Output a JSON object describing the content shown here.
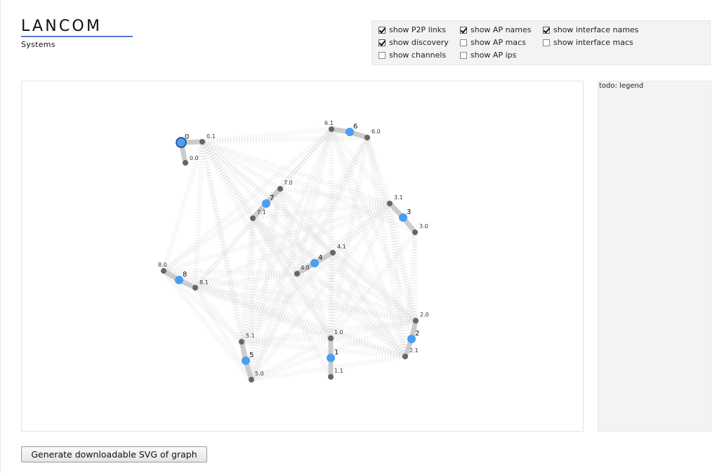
{
  "logo": {
    "word": "LANCOM",
    "sub": "Systems"
  },
  "options": [
    {
      "label": "show P2P links",
      "checked": true
    },
    {
      "label": "show discovery",
      "checked": true
    },
    {
      "label": "show channels",
      "checked": false
    },
    {
      "label": "show AP names",
      "checked": true
    },
    {
      "label": "show AP macs",
      "checked": false
    },
    {
      "label": "show AP ips",
      "checked": false
    },
    {
      "label": "show interface names",
      "checked": true
    },
    {
      "label": "show interface macs",
      "checked": false
    }
  ],
  "legend": {
    "text": "todo: legend"
  },
  "button": {
    "label": "Generate downloadable SVG of graph"
  },
  "colors": {
    "ap_node": "#4a9ff0",
    "ap_node_selected_stroke": "#1b3f7a",
    "interface_node": "#666666",
    "p2p_link": "#cccccc",
    "discovery_link": "#dddddd"
  },
  "graph": {
    "aps": [
      {
        "id": "0",
        "selected": true
      },
      {
        "id": "1"
      },
      {
        "id": "2"
      },
      {
        "id": "3"
      },
      {
        "id": "4"
      },
      {
        "id": "5"
      },
      {
        "id": "6"
      },
      {
        "id": "7"
      },
      {
        "id": "8"
      }
    ],
    "interfaces": [
      {
        "id": "0.0",
        "ap": "0"
      },
      {
        "id": "0.1",
        "ap": "0"
      },
      {
        "id": "1.0",
        "ap": "1"
      },
      {
        "id": "1.1",
        "ap": "1"
      },
      {
        "id": "2.0",
        "ap": "2"
      },
      {
        "id": "2.1",
        "ap": "2"
      },
      {
        "id": "3.0",
        "ap": "3"
      },
      {
        "id": "3.1",
        "ap": "3"
      },
      {
        "id": "4.0",
        "ap": "4"
      },
      {
        "id": "4.1",
        "ap": "4"
      },
      {
        "id": "5.0",
        "ap": "5"
      },
      {
        "id": "5.1",
        "ap": "5"
      },
      {
        "id": "6.0",
        "ap": "6"
      },
      {
        "id": "6.1",
        "ap": "6"
      },
      {
        "id": "7.0",
        "ap": "7"
      },
      {
        "id": "7.1",
        "ap": "7"
      },
      {
        "id": "8.0",
        "ap": "8"
      },
      {
        "id": "8.1",
        "ap": "8"
      }
    ]
  }
}
